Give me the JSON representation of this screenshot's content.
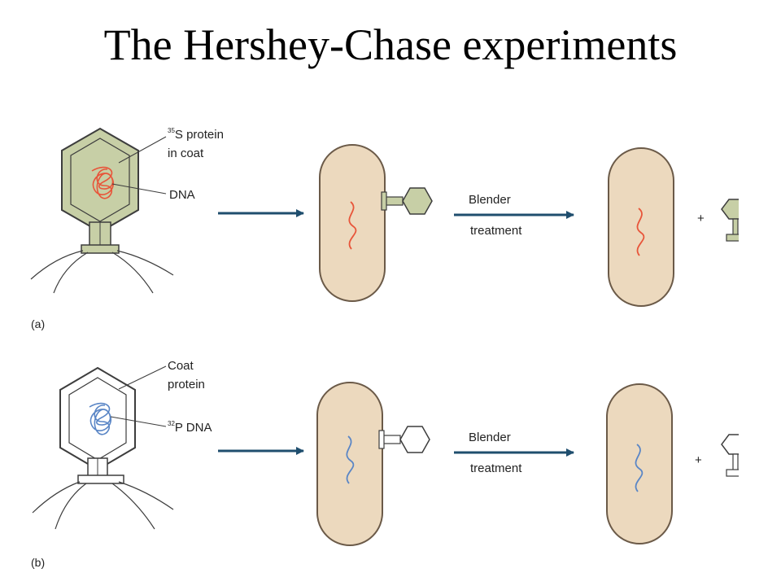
{
  "title": "The Hershey-Chase experiments",
  "panel_a": {
    "label": "(a)",
    "isotope_mass": "35",
    "coat_label_rest": "S protein",
    "coat_label_line2": "in coat",
    "dna_label": "DNA",
    "step_label_1": "Blender",
    "step_label_2": "treatment",
    "plus": "+",
    "labeled_color": "#e8553a",
    "coat_fill": "#c7cfa6"
  },
  "panel_b": {
    "label": "(b)",
    "coat_label_line1": "Coat",
    "coat_label_line2": "protein",
    "isotope_mass": "32",
    "dna_label_rest": "P DNA",
    "step_label_1": "Blender",
    "step_label_2": "treatment",
    "plus": "+",
    "labeled_color": "#5a86c6",
    "coat_fill": "#ffffff"
  },
  "colors": {
    "cell_fill": "#ecd9be",
    "cell_stroke": "#6b5a48",
    "arrow": "#1f4e6e",
    "outline": "#3d3d3d"
  }
}
